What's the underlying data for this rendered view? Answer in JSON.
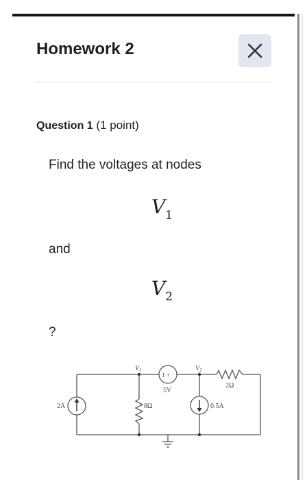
{
  "dialog": {
    "title": "Homework 2",
    "close_icon": "close-icon"
  },
  "question": {
    "number_label": "Question 1",
    "points_label": "(1 point)",
    "line1": "Find the voltages at nodes",
    "var1_letter": "V",
    "var1_sub": "1",
    "line2": "and",
    "var2_letter": "V",
    "var2_sub": "2",
    "line3": "?"
  },
  "circuit": {
    "current_source_left": "2A",
    "node1_label": "V",
    "node1_sub": "1",
    "node2_label": "V",
    "node2_sub": "2",
    "voltage_source_label": "5V",
    "voltage_source_polarity": "1 +",
    "resistor_mid_label": "8Ω",
    "resistor_top_label": "2Ω",
    "current_source_right": "0.5A"
  }
}
